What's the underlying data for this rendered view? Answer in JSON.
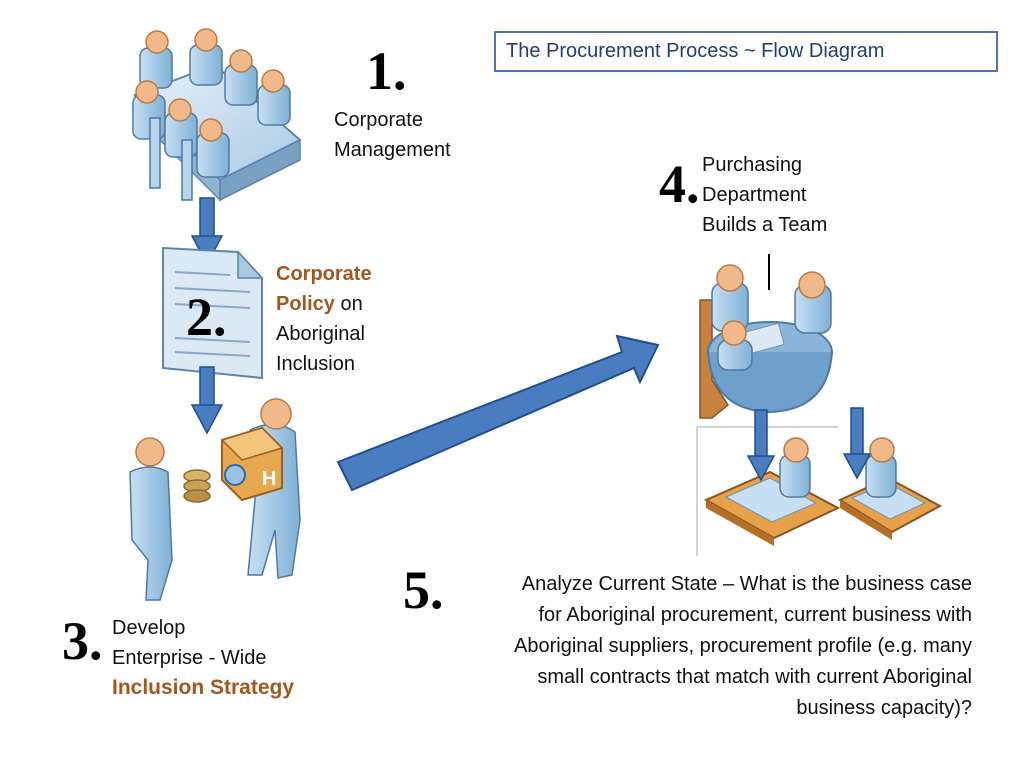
{
  "title": "The Procurement Process ~ Flow Diagram",
  "colors": {
    "accent": "#a5561d",
    "arrow_fill": "#4a7cc0",
    "arrow_stroke": "#1f4f91",
    "title_border": "#4f73b6",
    "title_text": "#1f3d7a",
    "person_body": "#9fc7e4",
    "skin": "#f1b98a",
    "table_wood": "#c8823f"
  },
  "steps": [
    {
      "number": "1.",
      "lines": [
        "Corporate",
        "Management"
      ],
      "icon": "meeting-table-icon"
    },
    {
      "number": "2.",
      "accent_lines": [
        "Corporate",
        "Policy"
      ],
      "rest": " on",
      "lines": [
        "Aboriginal",
        "Inclusion"
      ],
      "icon": "document-icon"
    },
    {
      "number": "3.",
      "lines": [
        "Develop",
        "Enterprise - Wide"
      ],
      "accent": "Inclusion Strategy",
      "icon": "exchange-people-icon"
    },
    {
      "number": "4.",
      "lines": [
        "Purchasing",
        "Department",
        "Builds a Team"
      ],
      "icon": "team-table-icon"
    },
    {
      "number": "5.",
      "lines": [
        "Analyze Current State – What is the business case",
        "for Aboriginal procurement, current business with",
        "Aboriginal suppliers, procurement profile (e.g. many",
        "small contracts that match with current Aboriginal",
        "business capacity)?"
      ],
      "icon": "desk-workers-icon"
    }
  ]
}
